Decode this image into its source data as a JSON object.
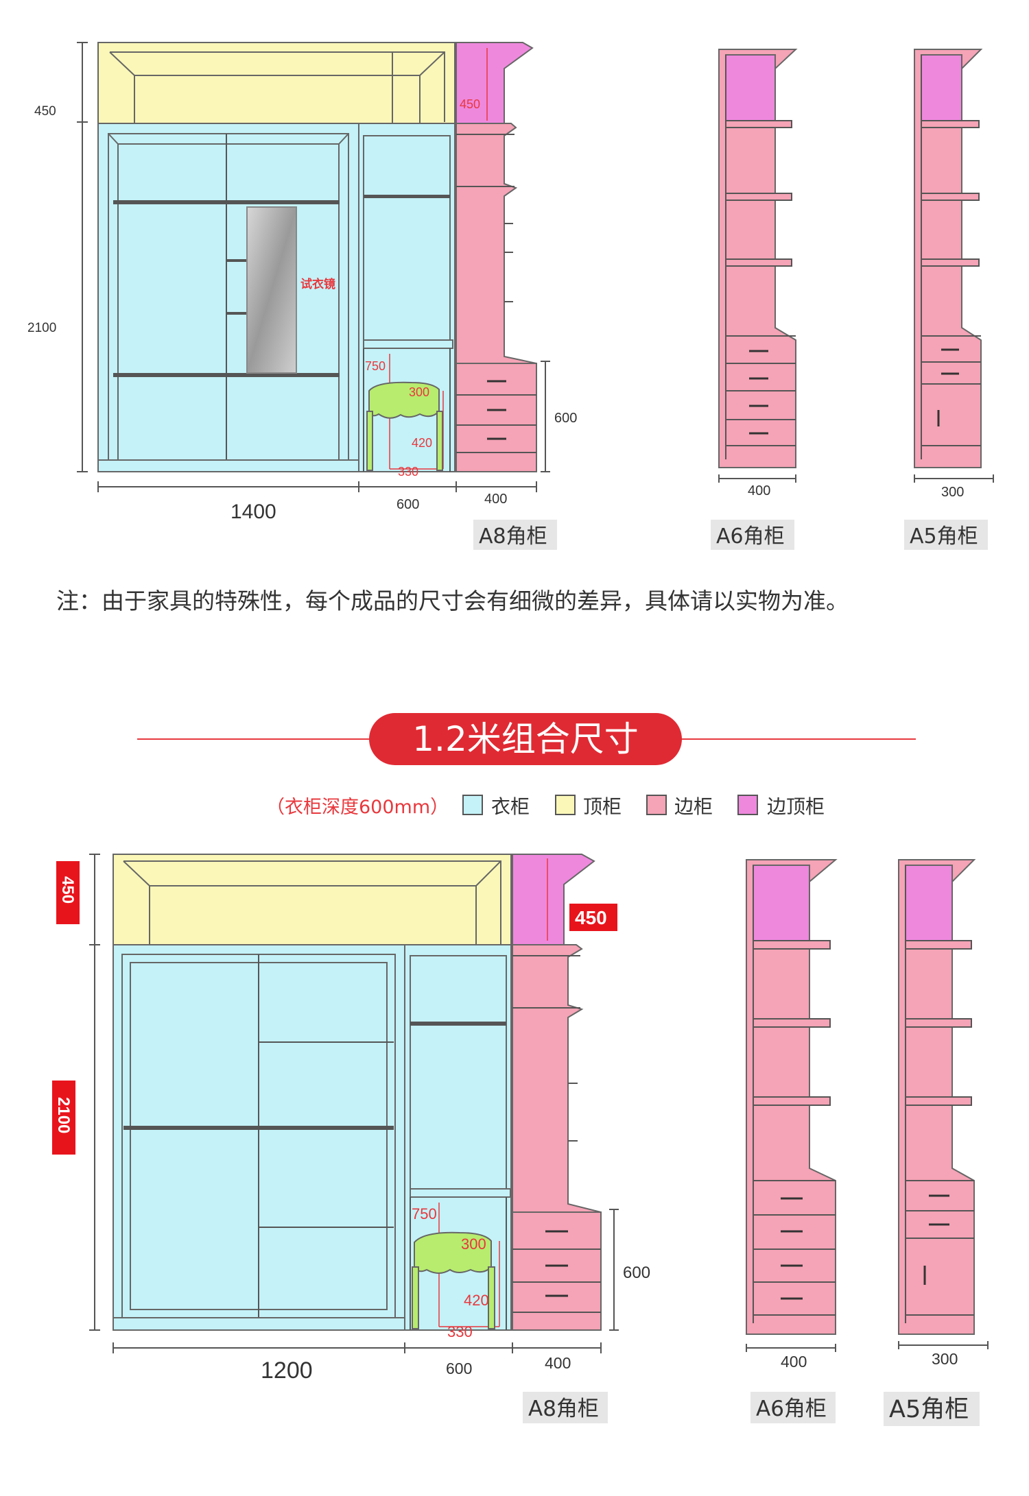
{
  "colors": {
    "wardrobe": "#c4f2f8",
    "top_cabinet": "#faf7b8",
    "side_cabinet": "#f5a3b6",
    "side_top_cabinet": "#ee88dd",
    "stool": "#b7ec6e",
    "accent_red": "#e02a33",
    "label_bg": "#e6e6e6"
  },
  "section1": {
    "dims": {
      "h_top": "450",
      "h_main": "2100",
      "w_wardrobe": "1400",
      "w_desk": "600",
      "w_side": "400",
      "side_top_h": "450",
      "desk_h": "750",
      "stool_h": "300",
      "stool_w": "420",
      "stool_leg": "330",
      "side_drawer_h": "600",
      "a6_w": "400",
      "a5_w": "300"
    },
    "mirror_label": "试衣镜",
    "labels": [
      "A8角柜",
      "A6角柜",
      "A5角柜"
    ]
  },
  "note": "注：由于家具的特殊性，每个成品的尺寸会有细微的差异，具体请以实物为准。",
  "section2": {
    "title": "1.2米组合尺寸",
    "subtitle": "（衣柜深度600mm）",
    "legend": [
      {
        "label": "衣柜",
        "color": "#c4f2f8"
      },
      {
        "label": "顶柜",
        "color": "#faf7b8"
      },
      {
        "label": "边柜",
        "color": "#f5a3b6"
      },
      {
        "label": "边顶柜",
        "color": "#ee88dd"
      }
    ],
    "dims": {
      "h_top": "450",
      "h_main": "2100",
      "w_wardrobe": "1200",
      "w_desk": "600",
      "w_side": "400",
      "side_top_h": "450",
      "desk_h": "750",
      "stool_h": "300",
      "stool_w": "420",
      "stool_leg": "330",
      "side_drawer_h": "600",
      "a6_w": "400",
      "a5_w": "300"
    },
    "labels": [
      "A8角柜",
      "A6角柜",
      "A5角柜"
    ]
  }
}
